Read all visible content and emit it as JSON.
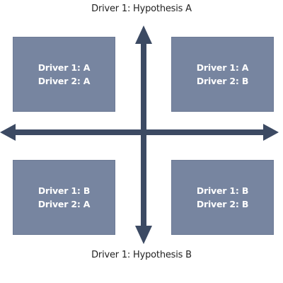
{
  "labels": {
    "top": "Driver 1: Hypothesis A",
    "bottom": "Driver 1: Hypothesis B"
  },
  "quadrants": {
    "top_left": {
      "line1": "Driver 1: A",
      "line2": "Driver 2: A"
    },
    "top_right": {
      "line1": "Driver 1: A",
      "line2": "Driver 2: B"
    },
    "bottom_left": {
      "line1": "Driver 1: B",
      "line2": "Driver 2: A"
    },
    "bottom_right": {
      "line1": "Driver 1: B",
      "line2": "Driver 2: B"
    }
  },
  "colors": {
    "box_fill": "#7785a0",
    "arrow": "#3c4a63",
    "text": "#222222"
  }
}
